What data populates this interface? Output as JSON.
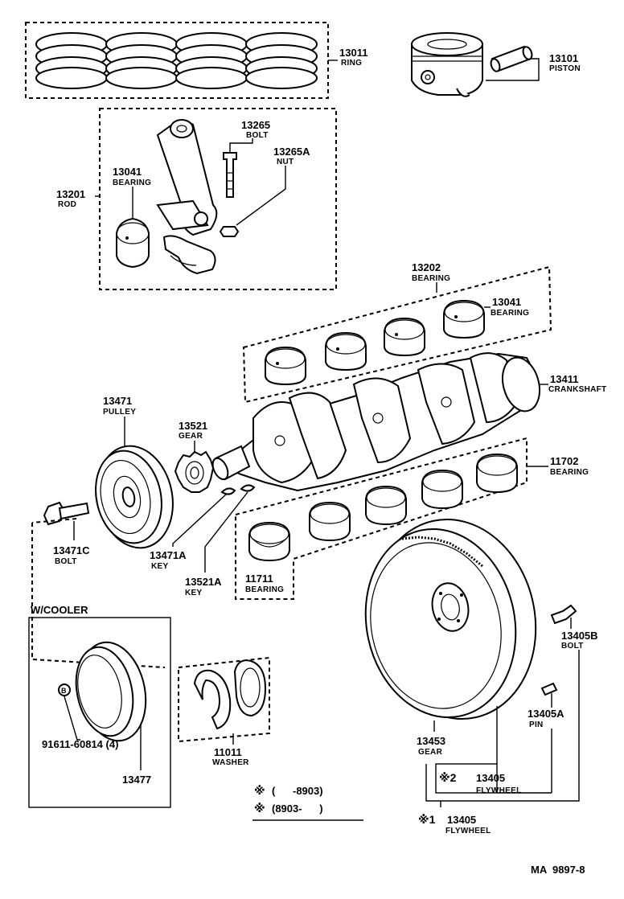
{
  "parts": {
    "ring": {
      "number": "13011",
      "name": "RING"
    },
    "piston": {
      "number": "13101",
      "name": "PISTON"
    },
    "bolt_rod": {
      "number": "13265",
      "name": "BOLT"
    },
    "nut": {
      "number": "13265A",
      "name": "NUT"
    },
    "bearing_rod": {
      "number": "13041",
      "name": "BEARING"
    },
    "rod": {
      "number": "13201",
      "name": "ROD"
    },
    "bearing_upper_set": {
      "number": "13202",
      "name": "BEARING"
    },
    "bearing_upper_single": {
      "number": "13041",
      "name": "BEARING"
    },
    "crankshaft": {
      "number": "13411",
      "name": "CRANKSHAFT"
    },
    "pulley": {
      "number": "13471",
      "name": "PULLEY"
    },
    "gear": {
      "number": "13521",
      "name": "GEAR"
    },
    "bearing_lower": {
      "number": "11702",
      "name": "BEARING"
    },
    "bolt_pulley": {
      "number": "13471C",
      "name": "BOLT"
    },
    "key_pulley": {
      "number": "13471A",
      "name": "KEY"
    },
    "key_gear": {
      "number": "13521A",
      "name": "KEY"
    },
    "bearing_thrust": {
      "number": "11711",
      "name": "BEARING"
    },
    "washer": {
      "number": "11011",
      "name": "WASHER"
    },
    "bolt_flywheel": {
      "number": "13405B",
      "name": "BOLT"
    },
    "pin": {
      "number": "13405A",
      "name": "PIN"
    },
    "ring_gear": {
      "number": "13453",
      "name": "GEAR"
    },
    "flywheel_2": {
      "mark": "※2",
      "number": "13405",
      "name": "FLYWHEEL"
    },
    "flywheel_1": {
      "mark": "※1",
      "number": "13405",
      "name": "FLYWHEEL"
    },
    "cooler_bolt": {
      "number": "91611-60814 (4)",
      "badge": "B"
    },
    "cooler_pulley": {
      "number": "13477"
    }
  },
  "cooler_label": "W/COOLER",
  "legend": [
    {
      "mark": "※",
      "range": "(      -8903)"
    },
    {
      "mark": "※",
      "range": "(8903-      )"
    }
  ],
  "footer_code": "MA  9897-8"
}
